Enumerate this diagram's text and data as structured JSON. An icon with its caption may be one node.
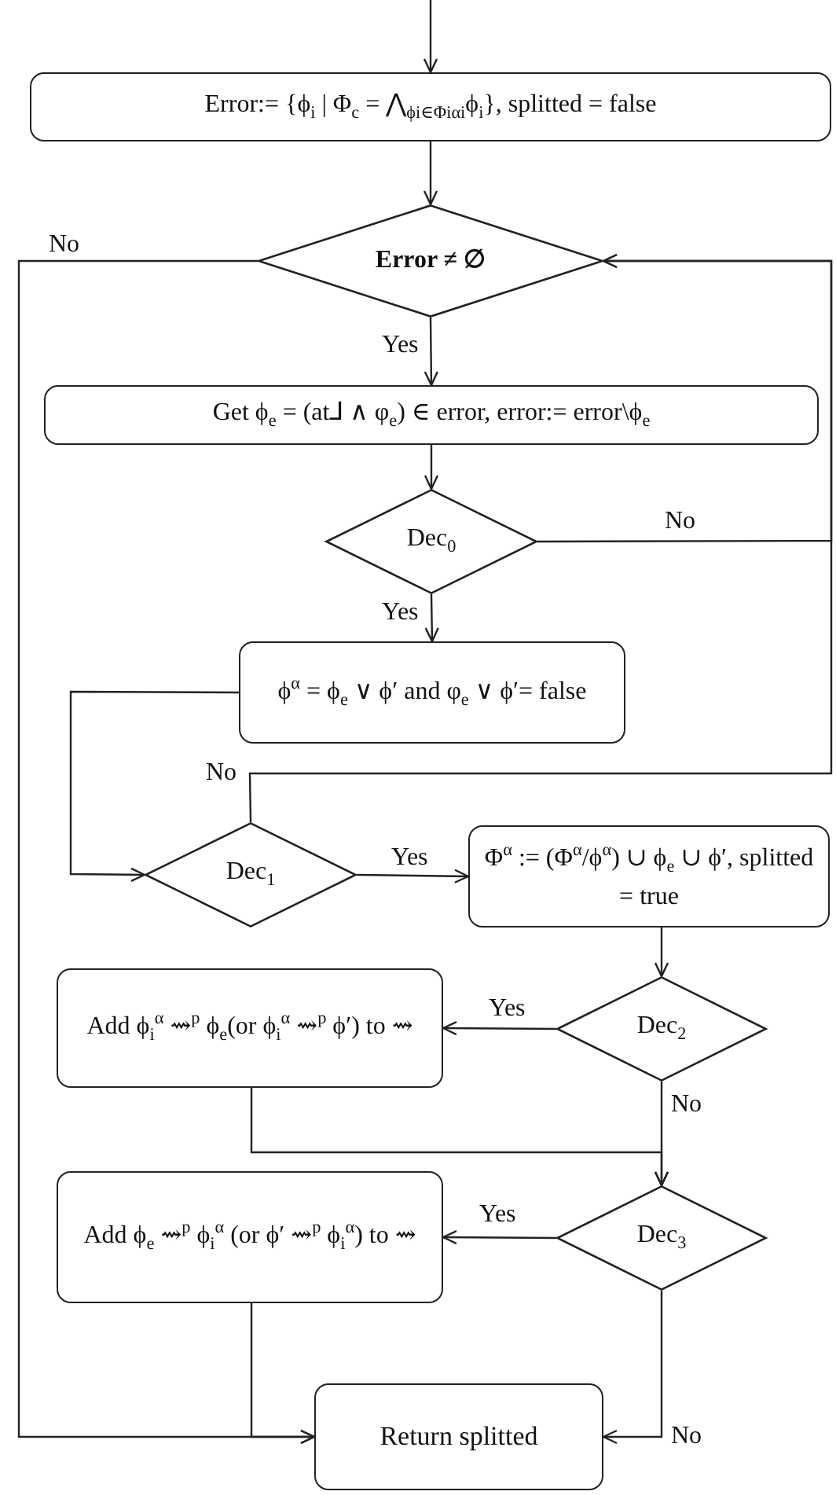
{
  "diagram": {
    "nodes": [
      {
        "text": [
          "Error:= {ϕ$_{i}$ | Φ$_{c}$ = ⋀$_{ϕi∈Φiαi}$ϕ$_{i}$}, splitted = false"
        ]
      },
      {
        "text": [
          "Error ≠ ∅"
        ]
      },
      {
        "text": [
          "Get ϕ$_{e}$ = (at⅃ ∧ φ$_{e}$) ∈ error, error:= error\\ϕ$_{e}$"
        ]
      },
      {
        "text": [
          "Dec$_{0}$"
        ]
      },
      {
        "text": [
          "ϕ$^{α}$ = ϕ$_{e}$ ∨ ϕ′ and φ$_{e}$ ∨ ϕ′= false"
        ]
      },
      {
        "text": [
          "Dec$_{1}$"
        ]
      },
      {
        "text": [
          "Φ$^{α}$ := (Φ$^{α}$/ϕ$^{α}$) ∪ ϕ$_{e}$ ∪ ϕ′, splitted = true"
        ]
      },
      {
        "text": [
          "Add ϕ$_{i}$$^{α}$ ⇝$^{p}$ ϕ$_{e}$(or ϕ$_{i}$$^{α}$ ⇝$^{p}$ ϕ′) to ⇝"
        ]
      },
      {
        "text": [
          "Dec$_{2}$"
        ]
      },
      {
        "text": [
          "Add ϕ$_{e}$ ⇝$^{p}$ ϕ$_{i}$$^{α}$ (or ϕ′ ⇝$^{p}$ ϕ$_{i}$$^{α}$) to ⇝"
        ]
      },
      {
        "text": [
          "Dec$_{3}$"
        ]
      },
      {
        "text": [
          "Return splitted"
        ]
      }
    ],
    "edges": [
      {
        "from": null,
        "to": 0,
        "arrow": "to"
      },
      {
        "from": 0,
        "to": 1,
        "arrow": "to"
      },
      {
        "from": 1,
        "to": 2,
        "arrow": "to",
        "label": "Yes"
      },
      {
        "from": 1,
        "to": 11,
        "arrow": "to",
        "label": "No"
      },
      {
        "from": 2,
        "to": 3,
        "arrow": "to"
      },
      {
        "from": 3,
        "to": 4,
        "arrow": "to",
        "label": "Yes"
      },
      {
        "from": 3,
        "to": 1,
        "arrow": "to",
        "label": "No"
      },
      {
        "from": 4,
        "to": 5,
        "arrow": "to"
      },
      {
        "from": 5,
        "to": 6,
        "arrow": "to",
        "label": "Yes"
      },
      {
        "from": 5,
        "to": 1,
        "arrow": "to",
        "label": "No"
      },
      {
        "from": 6,
        "to": 8,
        "arrow": "to"
      },
      {
        "from": 8,
        "to": 7,
        "arrow": "to",
        "label": "Yes"
      },
      {
        "from": 8,
        "to": 10,
        "arrow": "to",
        "label": "No"
      },
      {
        "from": 7,
        "to": 10,
        "arrow": "to"
      },
      {
        "from": 10,
        "to": 9,
        "arrow": "to",
        "label": "Yes"
      },
      {
        "from": 10,
        "to": 11,
        "arrow": "to",
        "label": "No"
      },
      {
        "from": 9,
        "to": 11,
        "arrow": "to"
      }
    ]
  }
}
